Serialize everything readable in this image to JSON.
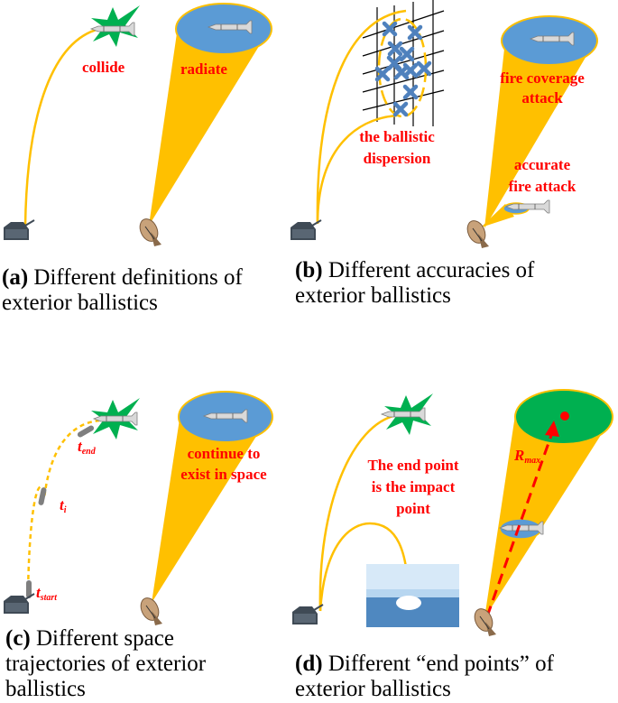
{
  "colors": {
    "beam": "#ffc000",
    "target_blue": "#5b9bd5",
    "target_green": "#00b050",
    "burst": "#00b050",
    "label_red": "#ff0000",
    "trajectory": "#ffc000",
    "cross": "#4f81bd"
  },
  "panels": {
    "a": {
      "tag": "(a)",
      "caption": "Different definitions of exterior ballistics",
      "labels": {
        "collide": "collide",
        "radiate": "radiate"
      }
    },
    "b": {
      "tag": "(b)",
      "caption": "Different accuracies of exterior ballistics",
      "labels": {
        "dispersion_1": "the ballistic",
        "dispersion_2": "dispersion",
        "coverage_1": "fire coverage",
        "coverage_2": "attack",
        "accurate_1": "accurate",
        "accurate_2": "fire attack"
      }
    },
    "c": {
      "tag": "(c)",
      "caption": "Different space trajectories of exterior ballistics",
      "labels": {
        "t_end": "t",
        "t_end_sub": "end",
        "t_i": "t",
        "t_i_sub": "i",
        "t_start": "t",
        "t_start_sub": "start",
        "exist_1": "continue to",
        "exist_2": "exist in space"
      }
    },
    "d": {
      "tag": "(d)",
      "caption": "Different “end points” of exterior ballistics",
      "labels": {
        "impact_1": "The end point",
        "impact_2": "is the impact",
        "impact_3": "point",
        "r": "R",
        "r_sub": "max"
      }
    }
  }
}
